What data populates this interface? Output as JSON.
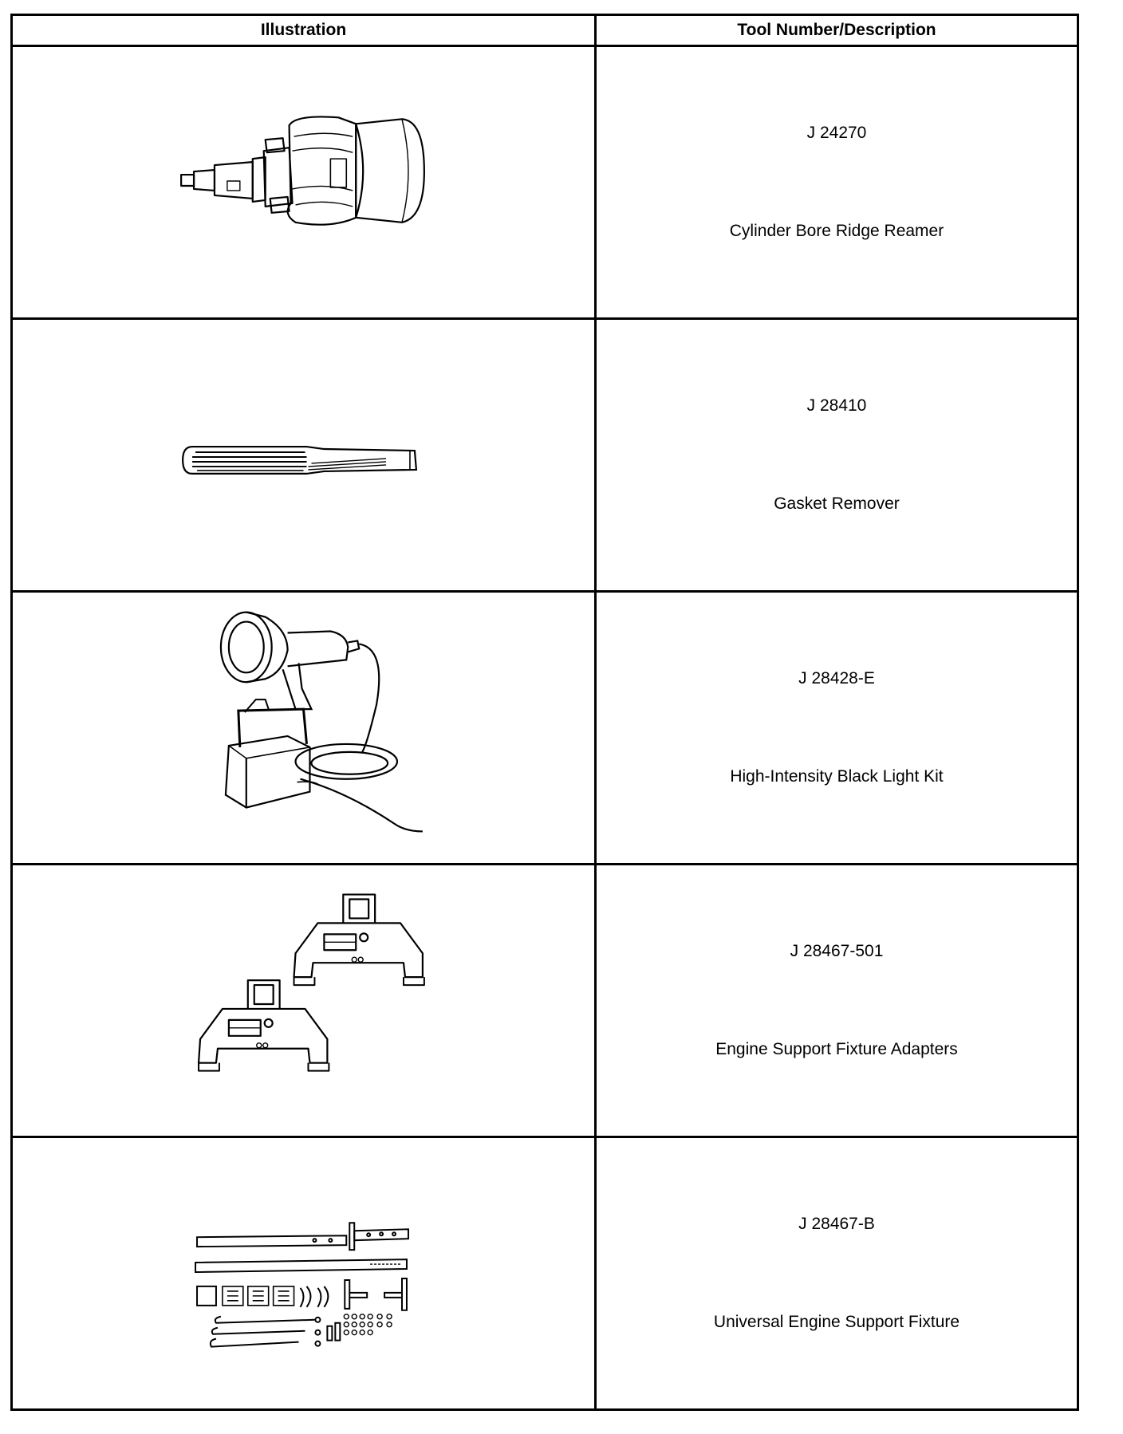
{
  "table": {
    "headers": {
      "illustration": "Illustration",
      "tool": "Tool Number/Description"
    },
    "rows": [
      {
        "illustration_icon": "ridge-reamer-icon",
        "tool_number": "J 24270",
        "description": "Cylinder Bore Ridge Reamer"
      },
      {
        "illustration_icon": "gasket-scraper-icon",
        "tool_number": "J 28410",
        "description": "Gasket Remover"
      },
      {
        "illustration_icon": "black-light-icon",
        "tool_number": "J 28428-E",
        "description": "High-Intensity Black Light Kit"
      },
      {
        "illustration_icon": "support-adapters-icon",
        "tool_number": "J 28467-501",
        "description": "Engine Support Fixture Adapters"
      },
      {
        "illustration_icon": "support-fixture-kit-icon",
        "tool_number": "J 28467-B",
        "description": "Universal Engine Support Fixture"
      }
    ]
  }
}
